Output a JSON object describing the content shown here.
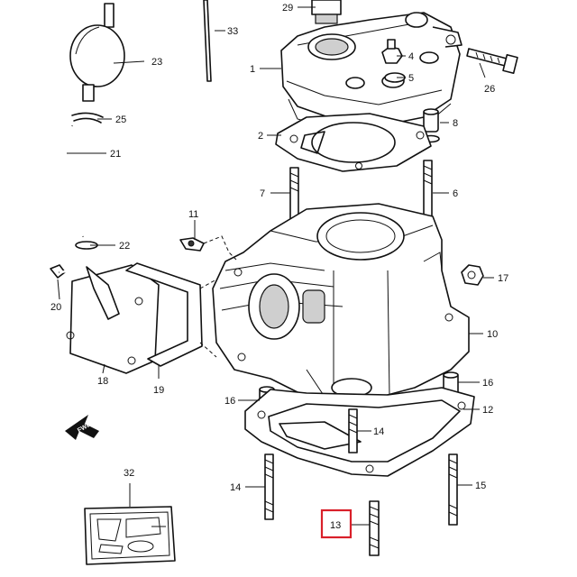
{
  "callouts": {
    "c1": "1",
    "c2": "2",
    "c4": "4",
    "c5": "5",
    "c6": "6",
    "c7": "7",
    "c8": "8",
    "c10": "10",
    "c11": "11",
    "c12": "12",
    "c13": "13",
    "c14a": "14",
    "c14b": "14",
    "c15": "15",
    "c16a": "16",
    "c16b": "16",
    "c17": "17",
    "c18": "18",
    "c19": "19",
    "c20": "20",
    "c21": "21",
    "c22": "22",
    "c23": "23",
    "c25": "25",
    "c26": "26",
    "c29": "29",
    "c32": "32",
    "c33": "33"
  },
  "direction_badge": "FWD",
  "highlight": {
    "part": "13",
    "color": "#d9202a"
  },
  "colors": {
    "line": "#111111",
    "background": "#ffffff"
  }
}
